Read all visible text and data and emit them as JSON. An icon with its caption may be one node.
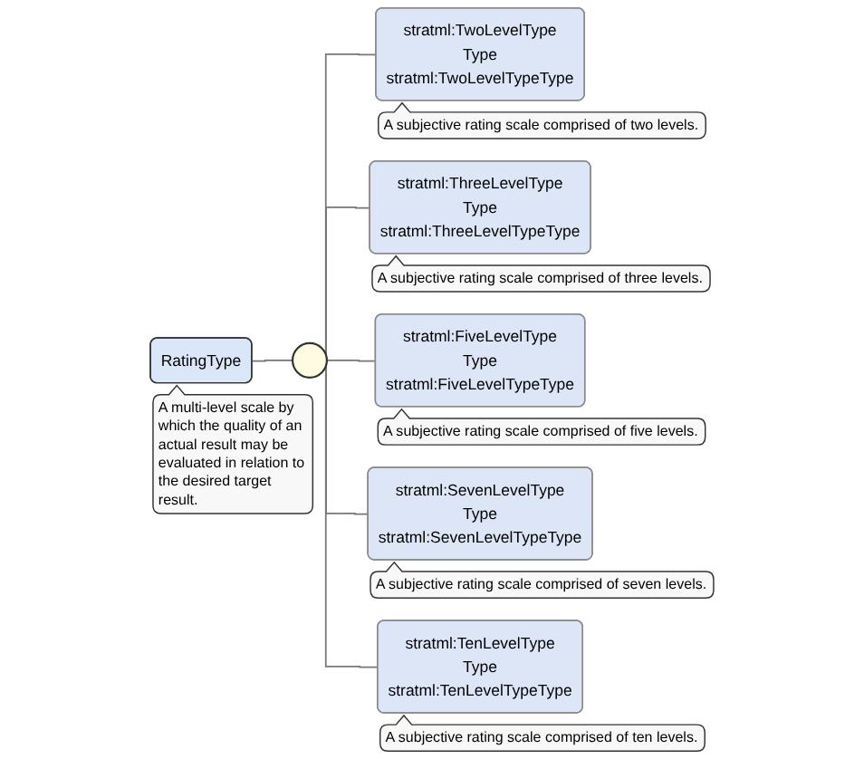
{
  "diagram": {
    "nodes": [
      {
        "text": [
          "RatingType"
        ],
        "beside": [
          "A multi-level scale by which the quality of an actual result may be evaluated in relation to the desired target result."
        ]
      },
      {
        "text": [],
        "shape": "circle"
      },
      {
        "text": [
          "stratml:TwoLevelType",
          "Type",
          "stratml:TwoLevelTypeType"
        ],
        "beside": [
          "A subjective rating scale comprised of two levels."
        ]
      },
      {
        "text": [
          "stratml:ThreeLevelType",
          "Type",
          "stratml:ThreeLevelTypeType"
        ],
        "beside": [
          "A subjective rating scale comprised of three levels."
        ]
      },
      {
        "text": [
          "stratml:FiveLevelType",
          "Type",
          "stratml:FiveLevelTypeType"
        ],
        "beside": [
          "A subjective rating scale comprised of five levels."
        ]
      },
      {
        "text": [
          "stratml:SevenLevelType",
          "Type",
          "stratml:SevenLevelTypeType"
        ],
        "beside": [
          "A subjective rating scale comprised of seven levels."
        ]
      },
      {
        "text": [
          "stratml:TenLevelType",
          "Type",
          "stratml:TenLevelTypeType"
        ],
        "beside": [
          "A subjective rating scale comprised of ten levels."
        ]
      }
    ],
    "edges": [
      {
        "from": 0,
        "to": 1,
        "arrow": "none"
      },
      {
        "from": 1,
        "to": 2,
        "arrow": "none"
      },
      {
        "from": 1,
        "to": 3,
        "arrow": "none"
      },
      {
        "from": 1,
        "to": 4,
        "arrow": "none"
      },
      {
        "from": 1,
        "to": 5,
        "arrow": "none"
      },
      {
        "from": 1,
        "to": 6,
        "arrow": "none"
      }
    ]
  }
}
